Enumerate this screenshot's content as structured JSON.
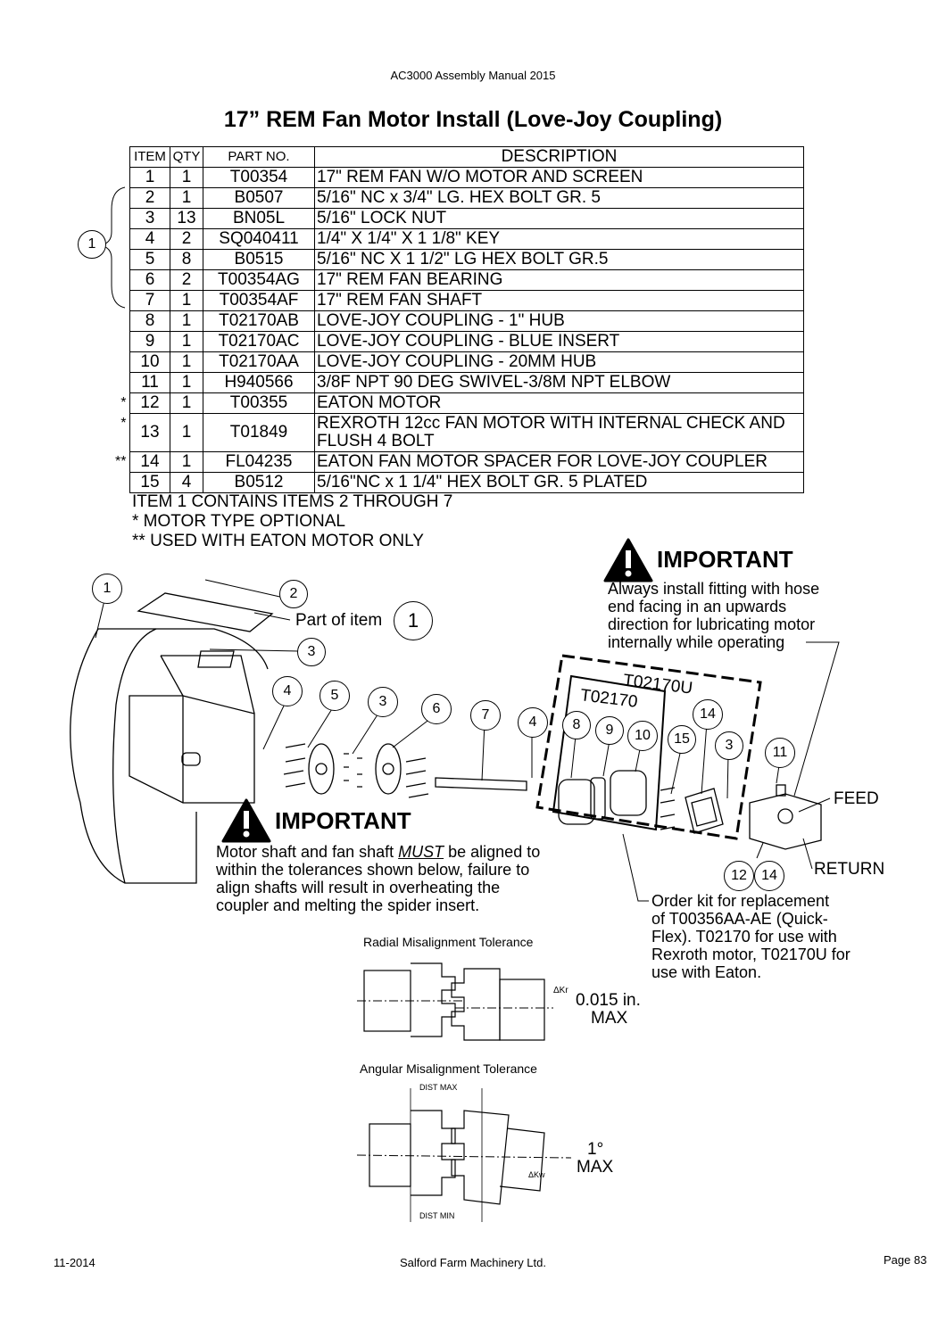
{
  "header": {
    "manual_title": "AC3000 Assembly Manual 2015"
  },
  "page_title": "17” REM Fan Motor Install (Love-Joy Coupling)",
  "table": {
    "columns": [
      "ITEM",
      "QTY",
      "PART NO.",
      "DESCRIPTION"
    ],
    "rows": [
      {
        "mark": "",
        "item": "1",
        "qty": "1",
        "part": "T00354",
        "desc": "17\" REM FAN W/O MOTOR AND SCREEN"
      },
      {
        "mark": "",
        "item": "2",
        "qty": "1",
        "part": "B0507",
        "desc": "5/16\" NC x 3/4\" LG. HEX BOLT GR. 5"
      },
      {
        "mark": "",
        "item": "3",
        "qty": "13",
        "part": "BN05L",
        "desc": "5/16\" LOCK NUT"
      },
      {
        "mark": "",
        "item": "4",
        "qty": "2",
        "part": "SQ040411",
        "desc": "1/4\" X 1/4\" X 1 1/8\" KEY"
      },
      {
        "mark": "",
        "item": "5",
        "qty": "8",
        "part": "B0515",
        "desc": "5/16\" NC X 1 1/2\" LG HEX BOLT GR.5"
      },
      {
        "mark": "",
        "item": "6",
        "qty": "2",
        "part": "T00354AG",
        "desc": "17\" REM FAN BEARING"
      },
      {
        "mark": "",
        "item": "7",
        "qty": "1",
        "part": "T00354AF",
        "desc": "17\" REM FAN SHAFT"
      },
      {
        "mark": "",
        "item": "8",
        "qty": "1",
        "part": "T02170AB",
        "desc": "LOVE-JOY COUPLING - 1\" HUB"
      },
      {
        "mark": "",
        "item": "9",
        "qty": "1",
        "part": "T02170AC",
        "desc": "LOVE-JOY COUPLING - BLUE INSERT"
      },
      {
        "mark": "",
        "item": "10",
        "qty": "1",
        "part": "T02170AA",
        "desc": "LOVE-JOY COUPLING - 20MM HUB"
      },
      {
        "mark": "",
        "item": "11",
        "qty": "1",
        "part": "H940566",
        "desc": "3/8F NPT 90 DEG SWIVEL-3/8M NPT ELBOW"
      },
      {
        "mark": "*",
        "item": "12",
        "qty": "1",
        "part": "T00355",
        "desc": "EATON MOTOR"
      },
      {
        "mark": "*",
        "item": "13",
        "qty": "1",
        "part": "T01849",
        "desc": "REXROTH 12cc FAN MOTOR WITH INTERNAL CHECK AND FLUSH 4 BOLT"
      },
      {
        "mark": "**",
        "item": "14",
        "qty": "1",
        "part": "FL04235",
        "desc": "EATON FAN MOTOR SPACER FOR LOVE-JOY COUPLER"
      },
      {
        "mark": "",
        "item": "15",
        "qty": "4",
        "part": "B0512",
        "desc": "5/16\"NC x 1 1/4\" HEX BOLT GR. 5 PLATED"
      }
    ],
    "group_callout": "1"
  },
  "notes": [
    "ITEM 1 CONTAINS ITEMS 2 THROUGH 7",
    "* MOTOR TYPE OPTIONAL",
    "** USED WITH EATON MOTOR ONLY"
  ],
  "important_fitting": {
    "heading": "IMPORTANT",
    "lines": [
      "Always install fitting with hose",
      "end facing in an upwards",
      "direction for lubricating motor",
      "internally while operating"
    ]
  },
  "important_shaft": {
    "heading": "IMPORTANT",
    "line1_pre": "Motor shaft and fan shaft ",
    "line1_emph": "MUST",
    "line1_post": " be aligned to",
    "lines": [
      "within the tolerances shown below, failure to",
      "align shafts will result in overheating the",
      "coupler and melting the spider insert."
    ]
  },
  "diagram": {
    "part_of_item_label": "Part of item",
    "part_of_item_number": "1",
    "callouts": [
      "1",
      "2",
      "3",
      "4",
      "5",
      "3",
      "6",
      "7",
      "4",
      "8",
      "9",
      "10",
      "15",
      "14",
      "3",
      "11",
      "12",
      "14"
    ],
    "kit_large": "T02170U",
    "kit_small": "T02170",
    "feed_label": "FEED",
    "return_label": "RETURN",
    "order_kit_lines": [
      "Order kit for replacement",
      "of T00356AA-AE (Quick-",
      "Flex). T02170 for use with",
      "Rexroth motor, T02170U for",
      "use with Eaton."
    ]
  },
  "tolerances": {
    "radial_title": "Radial Misalignment Tolerance",
    "radial_symbol": "ΔKr",
    "radial_value": "0.015 in.",
    "radial_max": "MAX",
    "angular_title": "Angular Misalignment Tolerance",
    "dist_max": "DIST MAX",
    "dist_min": "DIST MIN",
    "angular_symbol": "ΔKw",
    "angular_value": "1°",
    "angular_max": "MAX"
  },
  "footer": {
    "date": "11-2014",
    "company": "Salford Farm Machinery Ltd.",
    "page": "Page 83"
  }
}
